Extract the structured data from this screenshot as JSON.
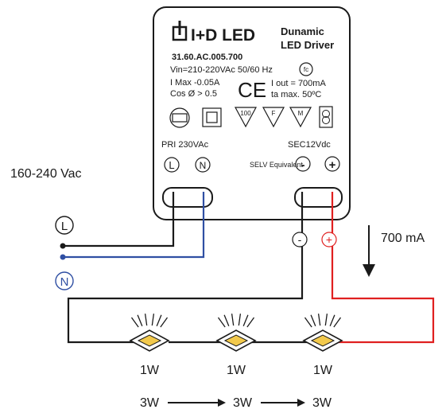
{
  "driver": {
    "brand": "I+D LED",
    "product_line1": "Dunamic",
    "product_line2": "LED Driver",
    "model": "31.60.AC.005.700",
    "vin": "Vin=210-220VAc 50/60 Hz",
    "fc_mark": "fc",
    "imax": "I Max -0.05A",
    "cos": "Cos Ø > 0.5",
    "ce_mark": "CE",
    "iout": "I out = 700mA",
    "ta": "ta max. 50ºC",
    "symbol_100": "100",
    "symbol_f": "F",
    "symbol_m": "M",
    "pri_label": "PRI 230VAc",
    "sec_label": "SEC12Vdc",
    "selv_label": "SELV Equivalent",
    "terminal_l": "L",
    "terminal_n": "N",
    "terminal_minus": "-",
    "terminal_plus": "+"
  },
  "input": {
    "voltage_label": "160-240 Vac",
    "l_label": "L",
    "n_label": "N"
  },
  "output": {
    "current_label": "700 mA",
    "minus_label": "-",
    "plus_label": "+"
  },
  "leds": [
    {
      "label": "1W"
    },
    {
      "label": "1W"
    },
    {
      "label": "1W"
    }
  ],
  "power_sequence": [
    "3W",
    "3W",
    "3W"
  ],
  "colors": {
    "live_wire": "#1a1a1a",
    "neutral_wire": "#2f4fa3",
    "positive_wire": "#e02020",
    "led_core": "#f2c94c"
  }
}
